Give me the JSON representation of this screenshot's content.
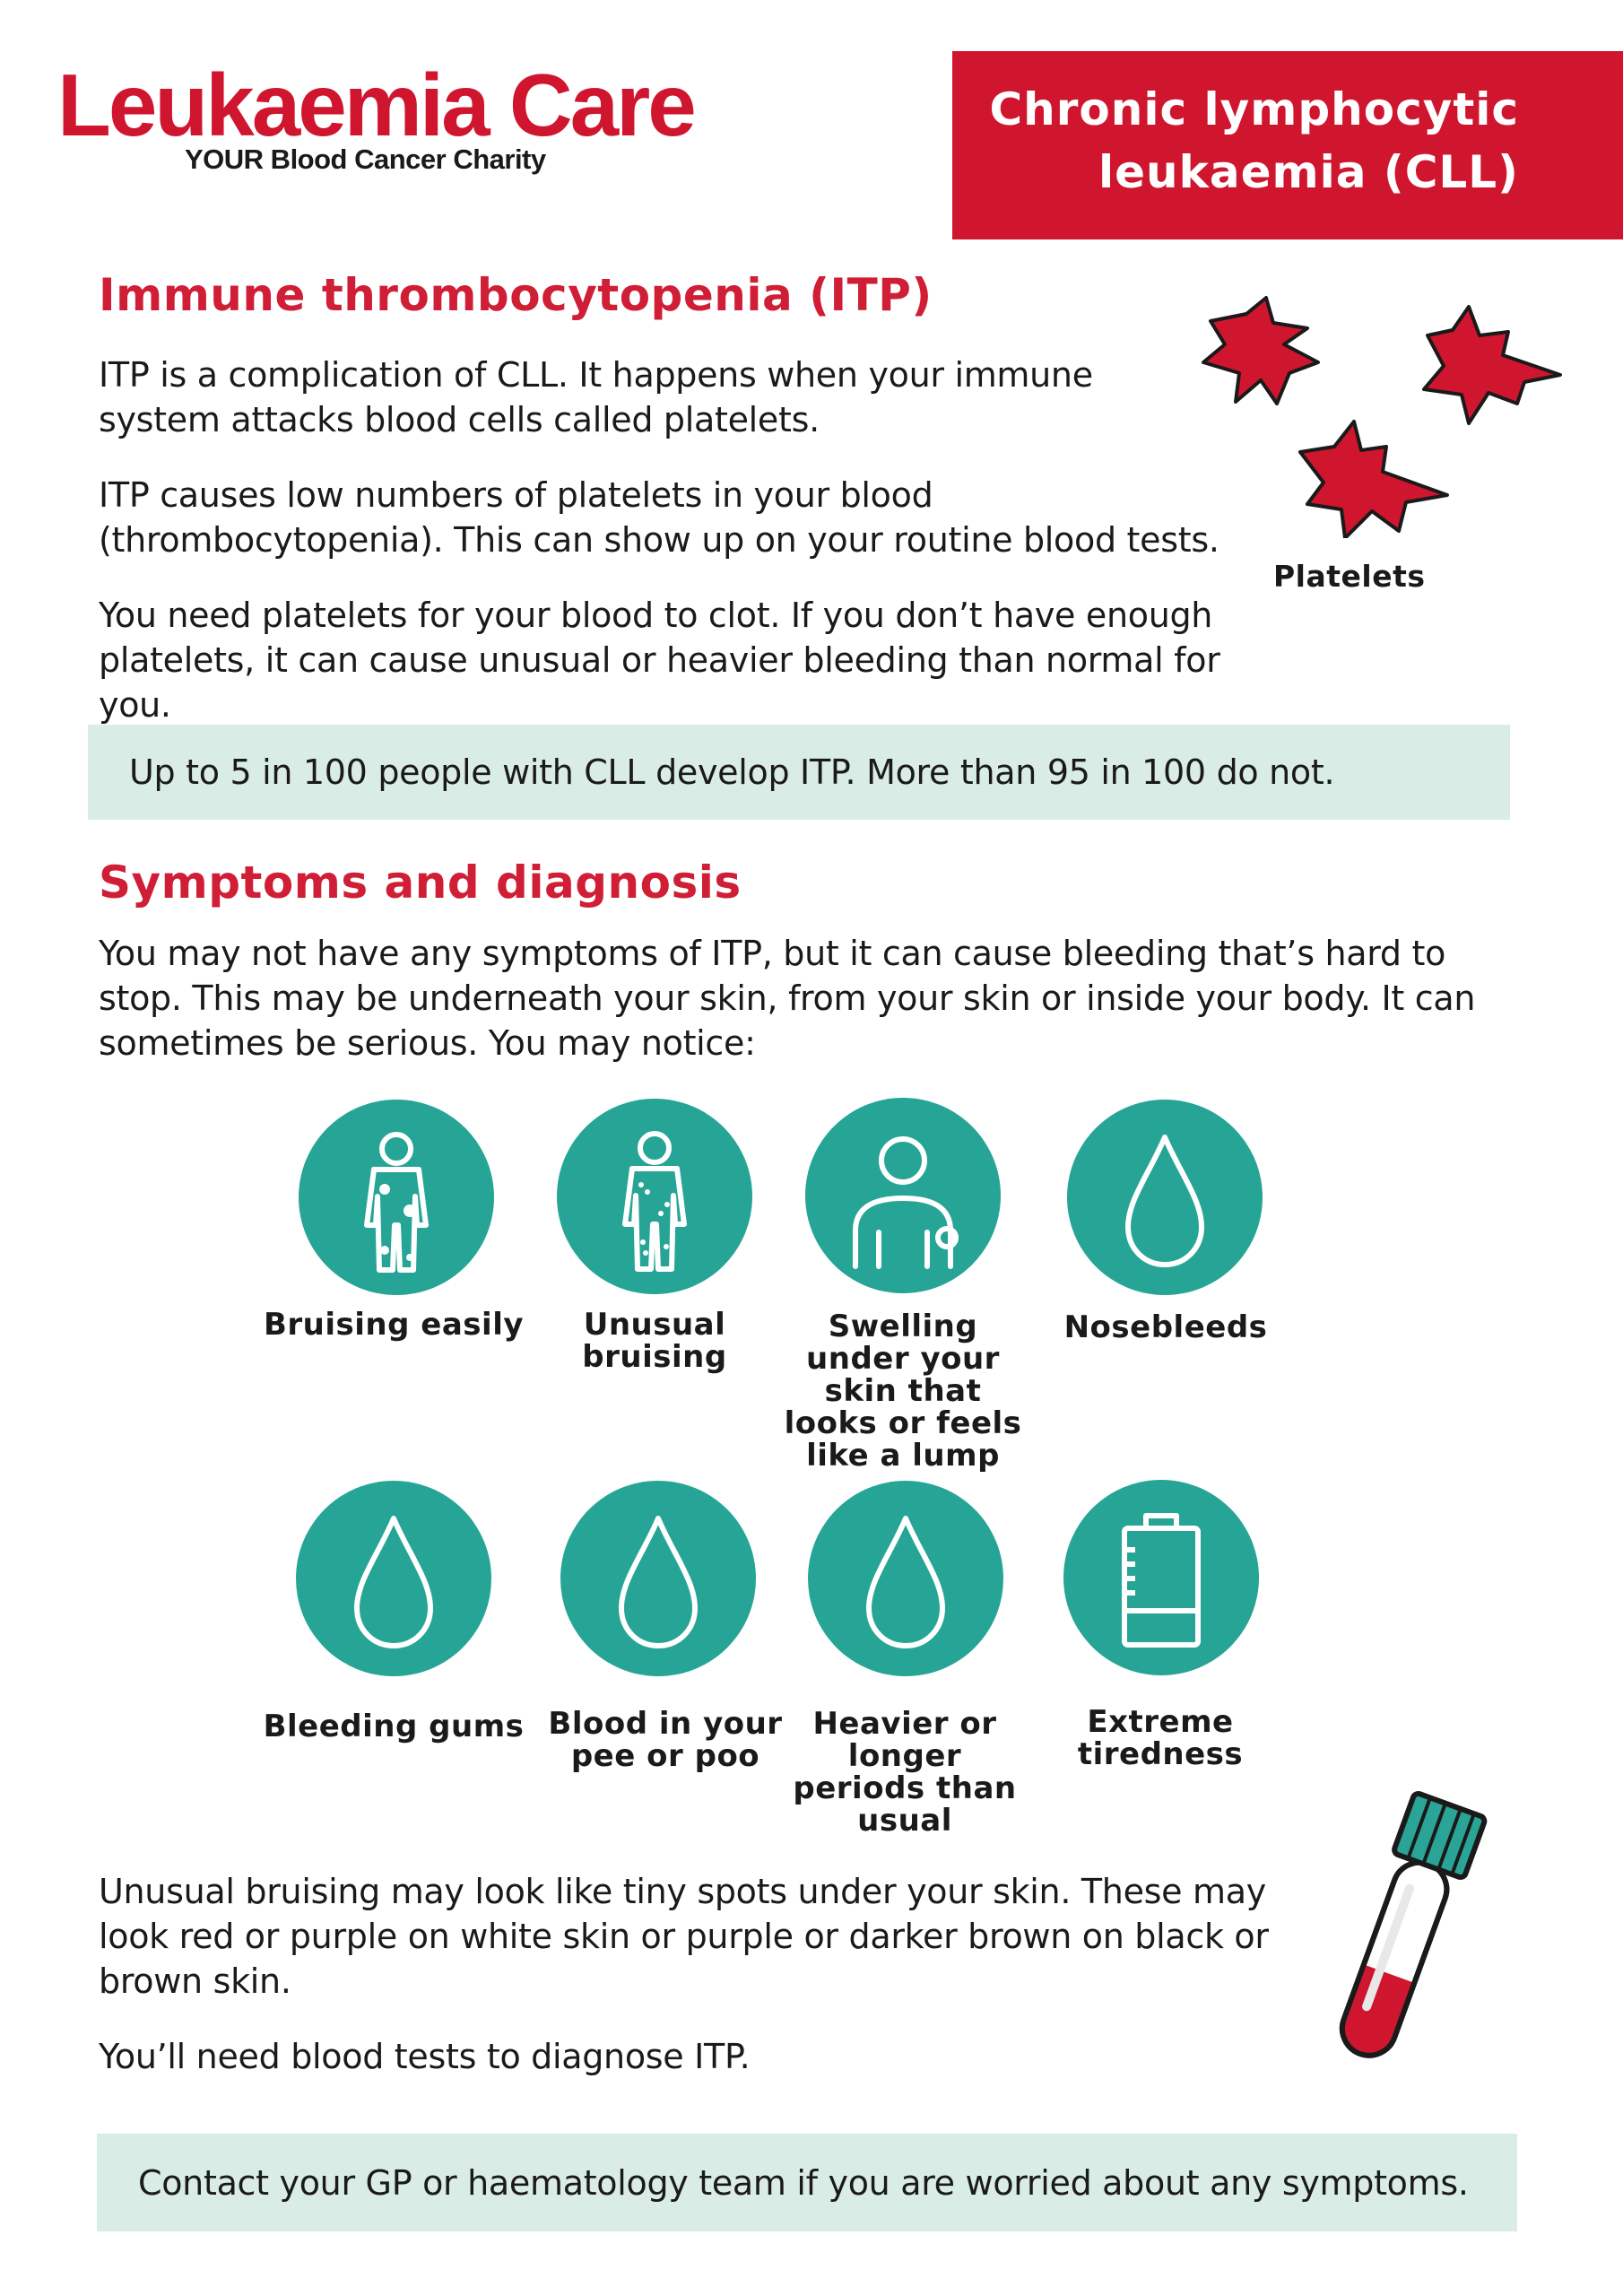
{
  "brand": {
    "name": "Leukaemia Care",
    "tagline": "YOUR Blood Cancer Charity",
    "accent": "#d0152e",
    "teal": "#26a596",
    "callout_bg": "#d9ece6"
  },
  "header": {
    "title_line1": "Chronic lymphocytic",
    "title_line2": "leukaemia (CLL)"
  },
  "section1": {
    "heading": "Immune thrombocytopenia (ITP)",
    "p1": "ITP is a complication of CLL. It happens when your immune system attacks blood cells called platelets.",
    "p2": "ITP causes low numbers of platelets in your blood (thrombocytopenia). This can show up on your routine blood tests.",
    "p3": "You need platelets for your blood to clot. If you don’t have enough platelets, it can cause unusual or heavier bleeding than normal for you.",
    "platelets_label": "Platelets",
    "callout": "Up to 5 in 100 people with CLL develop ITP. More than 95 in 100 do not."
  },
  "section2": {
    "heading": "Symptoms and diagnosis",
    "intro": "You may not have any symptoms of ITP, but it can cause bleeding that’s hard to stop. This may be underneath your skin, from your skin or inside your body. It can sometimes be serious. You may notice:",
    "symptoms": [
      {
        "icon": "bruised-body-icon",
        "label": "Bruising easily"
      },
      {
        "icon": "bruised-body-icon",
        "label": "Unusual bruising"
      },
      {
        "icon": "swelling-person-icon",
        "label": "Swelling under your skin that looks or feels like a lump"
      },
      {
        "icon": "blood-drop-icon",
        "label": "Nosebleeds"
      },
      {
        "icon": "blood-drop-icon",
        "label": "Bleeding gums"
      },
      {
        "icon": "blood-drop-icon",
        "label": "Blood in your pee or poo"
      },
      {
        "icon": "blood-drop-icon",
        "label": "Heavier or longer periods than usual"
      },
      {
        "icon": "low-battery-icon",
        "label": "Extreme tiredness"
      }
    ],
    "p_bruising": "Unusual bruising may look like tiny spots under your skin. These may look red or purple on white skin or purple or darker brown on black or brown skin.",
    "p_tests": "You’ll need blood tests to diagnose ITP.",
    "callout": "Contact your GP or haematology team if you are worried about any symptoms."
  }
}
